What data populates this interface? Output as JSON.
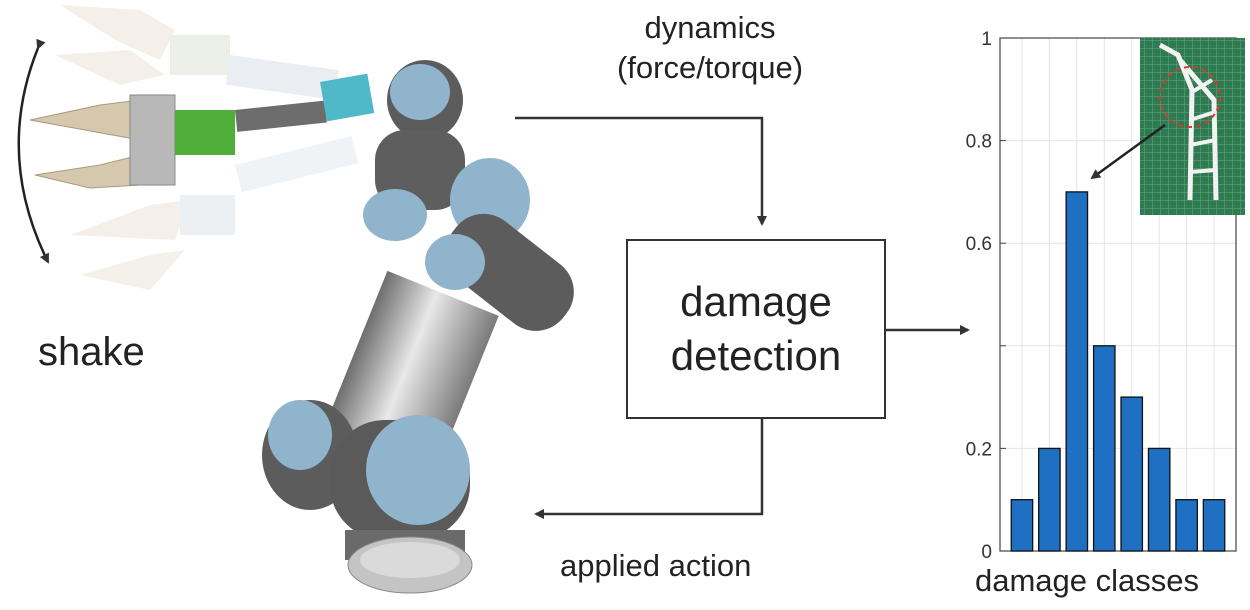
{
  "labels": {
    "shake": "shake",
    "dynamics_line1": "dynamics",
    "dynamics_line2": "(force/torque)",
    "box_line1": "damage",
    "box_line2": "detection",
    "applied_action": "applied action"
  },
  "colors": {
    "bar": "#1f6fc2",
    "arrow": "#333333",
    "robot_blue": "#8fb4cc",
    "robot_gray": "#5c5c5c",
    "gripper_green": "#4fae3a",
    "mesh_green": "#2f7a50"
  },
  "chart_data": {
    "type": "bar",
    "xlabel": "damage classes",
    "ylabel": "",
    "ylim": [
      0,
      1
    ],
    "yticks": [
      0,
      0.2,
      0.6,
      0.8,
      1
    ],
    "ytick_labels": [
      "0",
      "0.2",
      "0.6",
      "0.8",
      "1"
    ],
    "values": [
      0.1,
      0.2,
      0.7,
      0.4,
      0.3,
      0.2,
      0.1,
      0.1
    ],
    "grid": true
  }
}
